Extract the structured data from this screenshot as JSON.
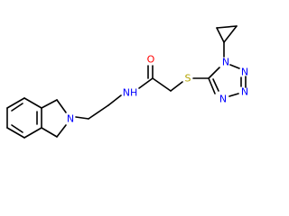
{
  "molecule": {
    "colors": {
      "bond": "#000000",
      "N": "#0000ff",
      "O": "#ff0000",
      "S": "#b3a400"
    },
    "labels": {
      "tetrazole_n1": "N",
      "tetrazole_n2": "N",
      "tetrazole_n3": "N",
      "tetrazole_n4": "N",
      "thioether_s": "S",
      "carbonyl_o": "O",
      "amide_nh": "NH",
      "isoindoline_n": "N"
    }
  }
}
